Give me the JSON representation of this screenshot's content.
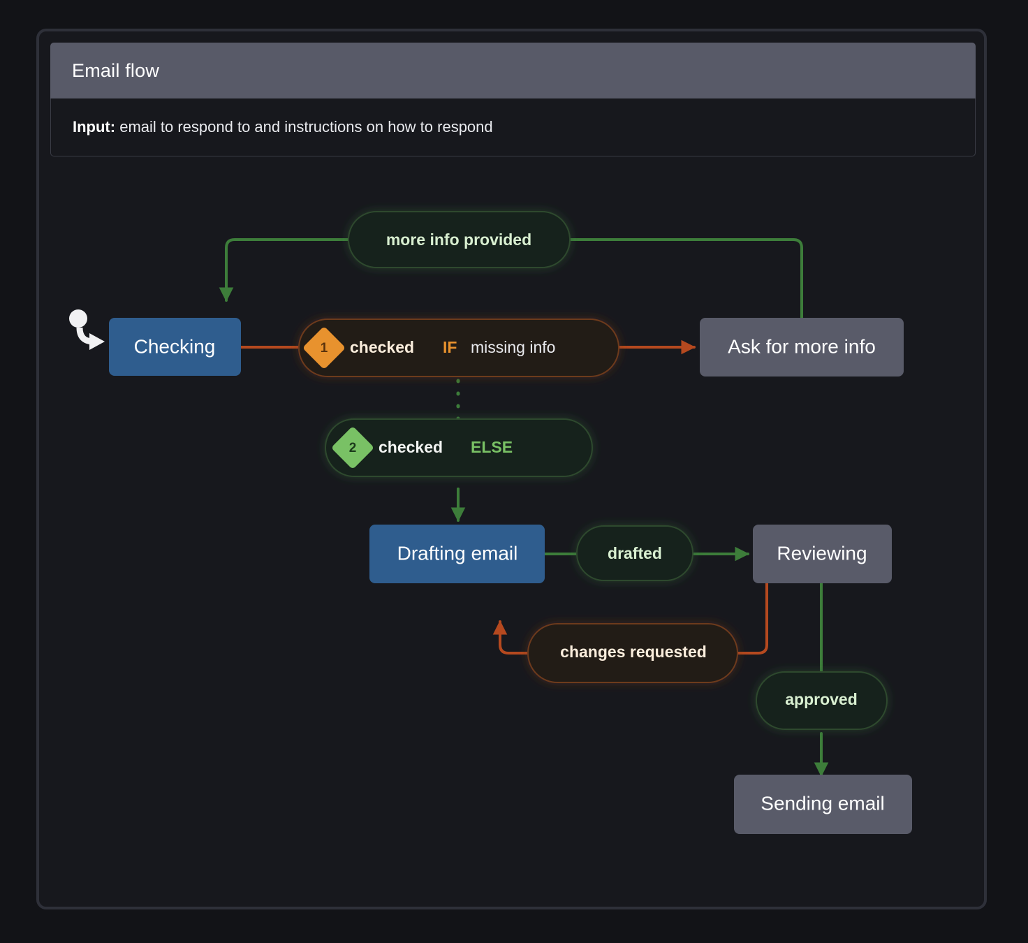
{
  "panel": {
    "title": "Email flow",
    "input_label": "Input:",
    "input_text": " email to respond to and instructions on how to respond"
  },
  "colors": {
    "page_bg": "#121317",
    "panel_bg": "#17181d",
    "panel_border": "#2e3039",
    "header_bg": "#585a68",
    "state_blue": "#2f5d8e",
    "state_gray": "#595b69",
    "edge_green": "#3d7d3a",
    "edge_orange": "#b5491f",
    "badge_orange": "#e8922f",
    "badge_green": "#79c165",
    "pill_green_bg": "#15201a",
    "pill_green_border": "#2e4a2f",
    "pill_orange_bg": "#241a14",
    "pill_orange_border": "#6d3a1e",
    "text_white": "#ffffff",
    "text_green": "#79c165",
    "text_orange": "#e8922f"
  },
  "diagram": {
    "start_marker": "start-node",
    "states": [
      {
        "id": "checking",
        "label": "Checking",
        "style": "blue"
      },
      {
        "id": "ask-for-more-info",
        "label": "Ask for more info",
        "style": "gray"
      },
      {
        "id": "drafting-email",
        "label": "Drafting email",
        "style": "blue"
      },
      {
        "id": "reviewing",
        "label": "Reviewing",
        "style": "gray"
      },
      {
        "id": "sending-email",
        "label": "Sending email",
        "style": "gray"
      }
    ],
    "transitions": [
      {
        "id": "checked-if-missing-info",
        "badge": "1",
        "badge_style": "orange",
        "event": "checked",
        "keyword": "IF",
        "condition": "missing info",
        "style": "orange",
        "from": "checking",
        "to": "ask-for-more-info"
      },
      {
        "id": "checked-else",
        "badge": "2",
        "badge_style": "green",
        "event": "checked",
        "keyword": "ELSE",
        "condition": "",
        "style": "green",
        "from": "checking",
        "to": "drafting-email"
      },
      {
        "id": "more-info-provided",
        "label": "more info provided",
        "style": "green",
        "from": "ask-for-more-info",
        "to": "checking"
      },
      {
        "id": "drafted",
        "label": "drafted",
        "style": "green",
        "from": "drafting-email",
        "to": "reviewing"
      },
      {
        "id": "changes-requested",
        "label": "changes requested",
        "style": "orange",
        "from": "reviewing",
        "to": "drafting-email"
      },
      {
        "id": "approved",
        "label": "approved",
        "style": "green",
        "from": "reviewing",
        "to": "sending-email"
      }
    ]
  }
}
